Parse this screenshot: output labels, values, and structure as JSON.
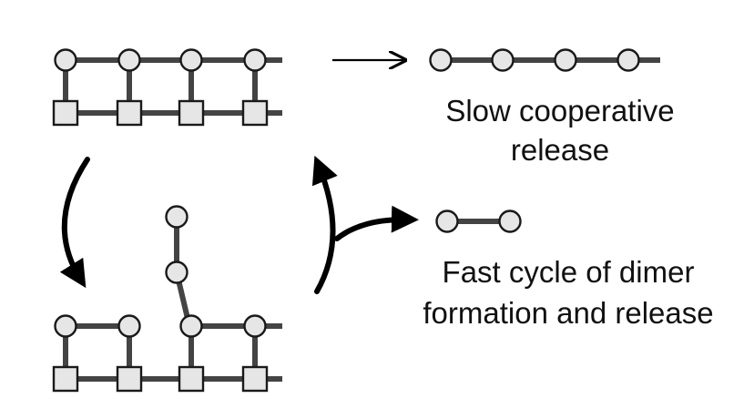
{
  "labels": {
    "slow_line1": "Slow cooperative",
    "slow_line2": "release",
    "fast_line1": "Fast cycle of dimer",
    "fast_line2": "formation and release"
  },
  "colors": {
    "bond": "#444444",
    "node_fill": "#e6e6e6",
    "node_stroke": "#1a1a1a",
    "arrow": "#000000"
  }
}
